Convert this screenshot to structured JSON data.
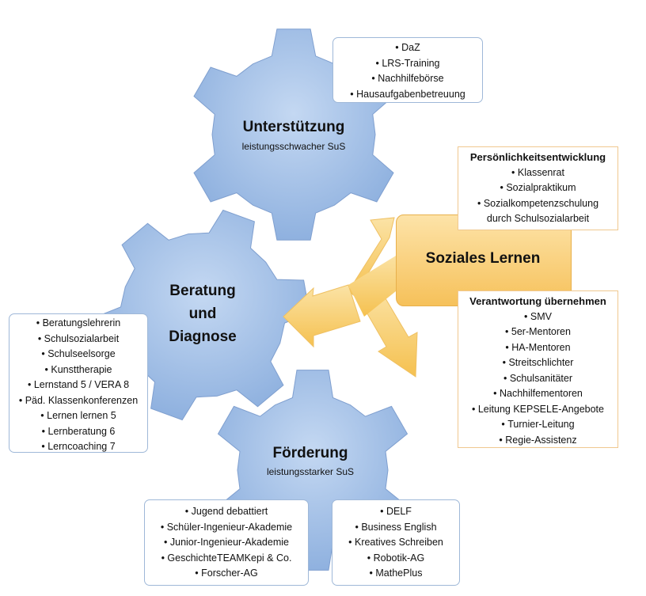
{
  "gears": {
    "top": {
      "title": "Unterstützung",
      "subtitle": "leistungsschwacher SuS"
    },
    "left": {
      "title_lines": [
        "Beratung",
        "und",
        "Diagnose"
      ]
    },
    "bottom": {
      "title": "Förderung",
      "subtitle": "leistungsstarker SuS"
    }
  },
  "center": {
    "label": "Soziales Lernen"
  },
  "boxes": {
    "top": [
      "DaZ",
      "LRS-Training",
      "Nachhilfebörse",
      "Hausaufgabenbetreuung"
    ],
    "left": [
      "Beratungslehrerin",
      "Schulsozialarbeit",
      "Schulseelsorge",
      "Kunsttherapie",
      "Lernstand 5 / VERA 8",
      "Päd. Klassenkonferenzen",
      "Lernen lernen 5",
      "Lernberatung 6",
      "Lerncoaching 7"
    ],
    "bottom_left": [
      "Jugend debattiert",
      "Schüler-Ingenieur-Akademie",
      "Junior-Ingenieur-Akademie",
      "GeschichteTEAMKepi & Co.",
      "Forscher-AG"
    ],
    "bottom_right": [
      "DELF",
      "Business English",
      "Kreatives Schreiben",
      "Robotik-AG",
      "MathePlus"
    ],
    "personality": {
      "heading": "Persönlichkeitsentwicklung",
      "items": [
        "Klassenrat",
        "Sozialpraktikum",
        "Sozialkompetenzschulung"
      ],
      "continuation": "durch Schulsozialarbeit"
    },
    "responsibility": {
      "heading": "Verantwortung übernehmen",
      "items": [
        "SMV",
        "5er-Mentoren",
        "HA-Mentoren",
        "Streitschlichter",
        "Schulsanitäter",
        "Nachhilfementoren",
        "Leitung KEPSELE-Angebote",
        "Turnier-Leitung",
        "Regie-Assistenz"
      ]
    }
  },
  "colors": {
    "gear_fill": "#9dbde6",
    "gear_stroke": "#7f9fcf",
    "arrow_fill": "#f7cf73",
    "orange_fill": "#f6c15a",
    "orange_border": "#f0c890",
    "box_border": "#9fb8d8"
  }
}
